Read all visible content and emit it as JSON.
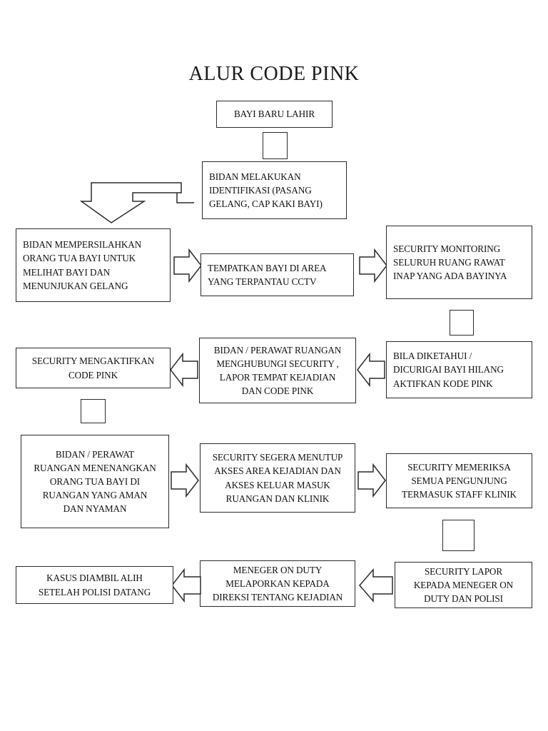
{
  "document": {
    "title": "ALUR CODE PINK",
    "type": "flowchart",
    "background_color": "#ffffff",
    "stroke_color": "#2b2b2b",
    "text_color": "#111111"
  },
  "nodes": [
    {
      "id": "n1",
      "label": "BAYI BARU LAHIR",
      "align": "center"
    },
    {
      "id": "n2",
      "label": "BIDAN MELAKUKAN\nIDENTIFIKASI (PASANG\nGELANG, CAP KAKI BAYI)",
      "align": "left"
    },
    {
      "id": "n3",
      "label": "BIDAN MEMPERSILAHKAN\nORANG TUA BAYI UNTUK\nMELIHAT BAYI DAN\nMENUNJUKAN GELANG",
      "align": "left"
    },
    {
      "id": "n4",
      "label": "TEMPATKAN BAYI DI AREA\nYANG TERPANTAU CCTV",
      "align": "left"
    },
    {
      "id": "n5",
      "label": "SECURITY MONITORING\nSELURUH RUANG RAWAT\nINAP YANG ADA BAYINYA",
      "align": "left"
    },
    {
      "id": "n6",
      "label": "BILA DIKETAHUI /\nDICURIGAI BAYI HILANG\nAKTIFKAN KODE PINK",
      "align": "left"
    },
    {
      "id": "n7",
      "label": "BIDAN / PERAWAT RUANGAN\nMENGHUBUNGI SECURITY ,\nLAPOR TEMPAT KEJADIAN\nDAN CODE PINK",
      "align": "center"
    },
    {
      "id": "n8",
      "label": "SECURITY MENGAKTIFKAN\nCODE PINK",
      "align": "center"
    },
    {
      "id": "n9",
      "label": "BIDAN / PERAWAT\nRUANGAN MENENANGKAN\nORANG TUA BAYI DI\nRUANGAN YANG AMAN\nDAN NYAMAN",
      "align": "center"
    },
    {
      "id": "n10",
      "label": "SECURITY SEGERA MENUTUP\nAKSES AREA KEJADIAN DAN\nAKSES KELUAR MASUK\nRUANGAN DAN KLINIK",
      "align": "center"
    },
    {
      "id": "n11",
      "label": "SECURITY MEMERIKSA\nSEMUA PENGUNJUNG\nTERMASUK STAFF KLINIK",
      "align": "center"
    },
    {
      "id": "n12",
      "label": "SECURITY LAPOR\nKEPADA MENEGER ON\nDUTY DAN POLISI",
      "align": "center"
    },
    {
      "id": "n13",
      "label": "MENEGER ON DUTY\nMELAPORKAN KEPADA\nDIREKSI TENTANG KEJADIAN",
      "align": "center"
    },
    {
      "id": "n14",
      "label": "KASUS DIAMBIL ALIH\nSETELAH POLISI DATANG",
      "align": "center"
    }
  ],
  "connectors": [
    {
      "id": "c1",
      "from": "n1",
      "to": "n2",
      "kind": "square"
    },
    {
      "id": "c2",
      "from": "n5",
      "to": "n6",
      "kind": "square"
    },
    {
      "id": "c3",
      "from": "n8",
      "to": "n9",
      "kind": "square"
    },
    {
      "id": "c4",
      "from": "n11",
      "to": "n12",
      "kind": "square"
    }
  ],
  "arrows": [
    {
      "id": "a1",
      "from": "n2",
      "to": "n3",
      "kind": "bent-down-left"
    },
    {
      "id": "a2",
      "from": "n3",
      "to": "n4",
      "kind": "right"
    },
    {
      "id": "a3",
      "from": "n4",
      "to": "n5",
      "kind": "right"
    },
    {
      "id": "a4",
      "from": "n6",
      "to": "n7",
      "kind": "left"
    },
    {
      "id": "a5",
      "from": "n7",
      "to": "n8",
      "kind": "left"
    },
    {
      "id": "a6",
      "from": "n9",
      "to": "n10",
      "kind": "right"
    },
    {
      "id": "a7",
      "from": "n10",
      "to": "n11",
      "kind": "right"
    },
    {
      "id": "a8",
      "from": "n12",
      "to": "n13",
      "kind": "left"
    },
    {
      "id": "a9",
      "from": "n13",
      "to": "n14",
      "kind": "left"
    }
  ]
}
